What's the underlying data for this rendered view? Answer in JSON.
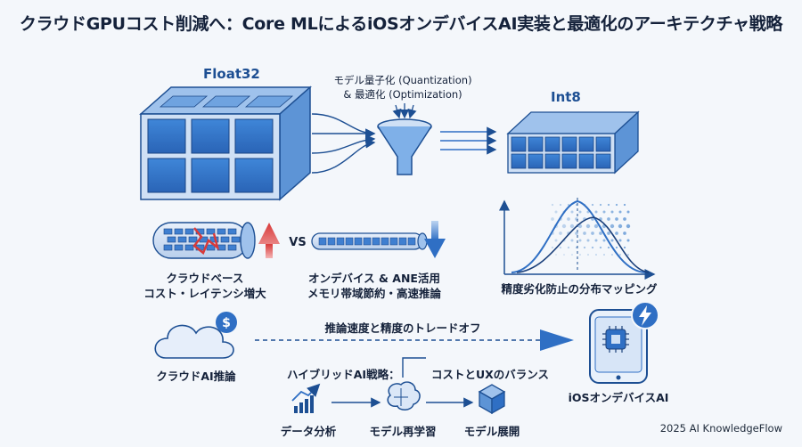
{
  "title": "クラウドGPUコスト削減へ：Core MLによるiOSオンデバイスAI実装と最適化のアーキテクチャ戦略",
  "top": {
    "float_label": "Float32",
    "int_label": "Int8",
    "quant_line1": "モデル量子化 (Quantization)",
    "quant_line2": "& 最適化 (Optimization)"
  },
  "middle": {
    "cloud_line1": "クラウドベース",
    "cloud_line2": "コスト・レイテンシ増大",
    "vs": "VS",
    "device_line1": "オンデバイス & ANE活用",
    "device_line2": "メモリ帯域節約・高速推論",
    "mapping": "精度劣化防止の分布マッピング"
  },
  "bottom": {
    "cloud_infer": "クラウドAI推論",
    "dollar": "$",
    "tradeoff": "推論速度と精度のトレードオフ",
    "hybrid": "ハイブリッドAI戦略：",
    "balance": "コストとUXのバランス",
    "steps": [
      "データ分析",
      "モデル再学習",
      "モデル展開"
    ],
    "ios_device": "iOSオンデバイスAI"
  },
  "footer": "2025 AI KnowledgeFlow",
  "colors": {
    "accent": "#2f6fc4",
    "dark": "#1d4f93",
    "red": "#d83a3a",
    "light": "#cfe0f5"
  }
}
